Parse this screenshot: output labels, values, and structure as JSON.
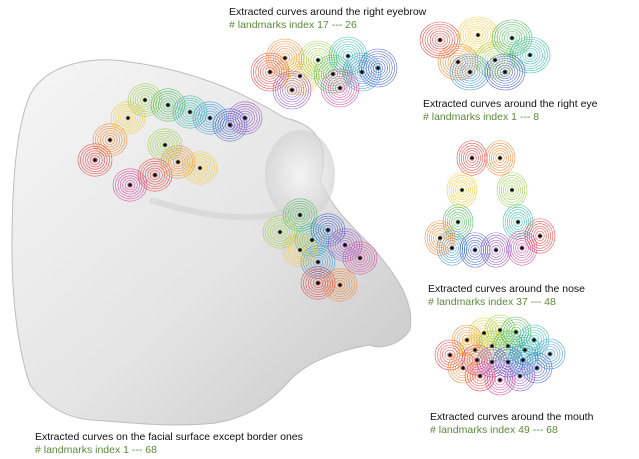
{
  "figure": {
    "panels": [
      {
        "id": "eyebrow",
        "title": "Extracted curves around the right eyebrow",
        "landmarks": "# landmarks index 17 --- 26"
      },
      {
        "id": "eye",
        "title": "Extracted curves around the right eye",
        "landmarks": "# landmarks index 1 --- 8"
      },
      {
        "id": "nose",
        "title": "Extracted curves around the nose",
        "landmarks": "# landmarks index 37 --- 48"
      },
      {
        "id": "mouth",
        "title": "Extracted curves around the mouth",
        "landmarks": "# landmarks index 49 --- 68"
      },
      {
        "id": "face",
        "title": "Extracted curves on the facial surface except border ones",
        "landmarks": "# landmarks index 1 --- 68"
      }
    ]
  },
  "colors": {
    "curve_palette": [
      "#e8312f",
      "#f07a1c",
      "#f2c41e",
      "#8fc93a",
      "#3bb34a",
      "#25b3a6",
      "#2f8fd6",
      "#3a55c8",
      "#8a49c4",
      "#d43c9a"
    ],
    "caption_text": "#111111",
    "caption_sub": "#5a8a3a",
    "landmark_dot": "#000000",
    "mesh": "#e6e6e6"
  }
}
